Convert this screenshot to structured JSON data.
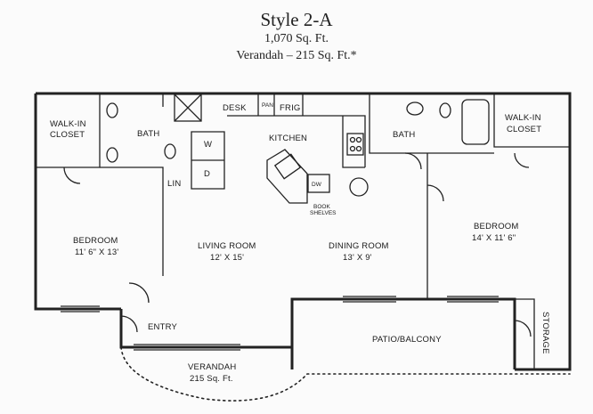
{
  "plan": {
    "style": "Style 2-A",
    "area": "1,070 Sq. Ft.",
    "verandah_area": "Verandah – 215 Sq. Ft.*"
  },
  "rooms": {
    "walkin_closet_left": [
      "WALK-IN",
      "CLOSET"
    ],
    "walkin_closet_right": [
      "WALK-IN",
      "CLOSET"
    ],
    "bath_left": "BATH",
    "bath_right": "BATH",
    "washer": "W",
    "dryer": "D",
    "linen": "LIN",
    "desk": "DESK",
    "pantry": "PAN",
    "fridge": "FRIG",
    "kitchen": "KITCHEN",
    "dishwasher": "DW",
    "book_shelves": [
      "BOOK",
      "SHELVES"
    ],
    "bedroom_left": {
      "name": "BEDROOM",
      "size": "11' 6\" X 13'"
    },
    "living_room": {
      "name": "LIVING ROOM",
      "size": "12' X 15'"
    },
    "dining_room": {
      "name": "DINING ROOM",
      "size": "13' X 9'"
    },
    "bedroom_right": {
      "name": "BEDROOM",
      "size": "14' X 11' 6\""
    },
    "entry": "ENTRY",
    "patio": "PATIO/BALCONY",
    "storage": "STORAGE",
    "verandah": {
      "name": "VERANDAH",
      "size": "215 Sq. Ft."
    }
  }
}
